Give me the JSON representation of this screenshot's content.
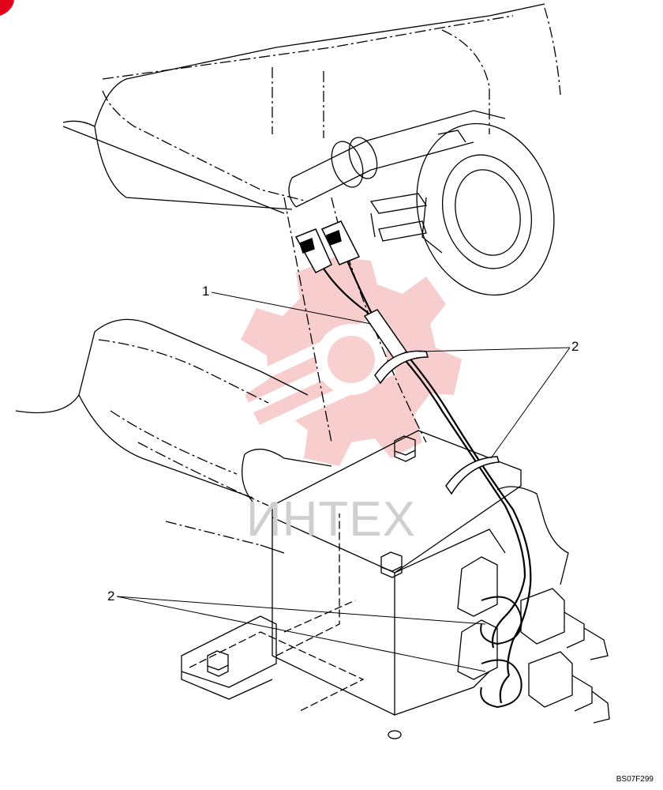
{
  "callouts": [
    {
      "id": "1",
      "text": "1"
    },
    {
      "id": "2",
      "text": "2"
    },
    {
      "id": "2",
      "text": "2"
    }
  ],
  "watermark": {
    "text": "ИНТЕХ",
    "color": "#f4b8b8"
  },
  "drawing_code": "BS07F299"
}
